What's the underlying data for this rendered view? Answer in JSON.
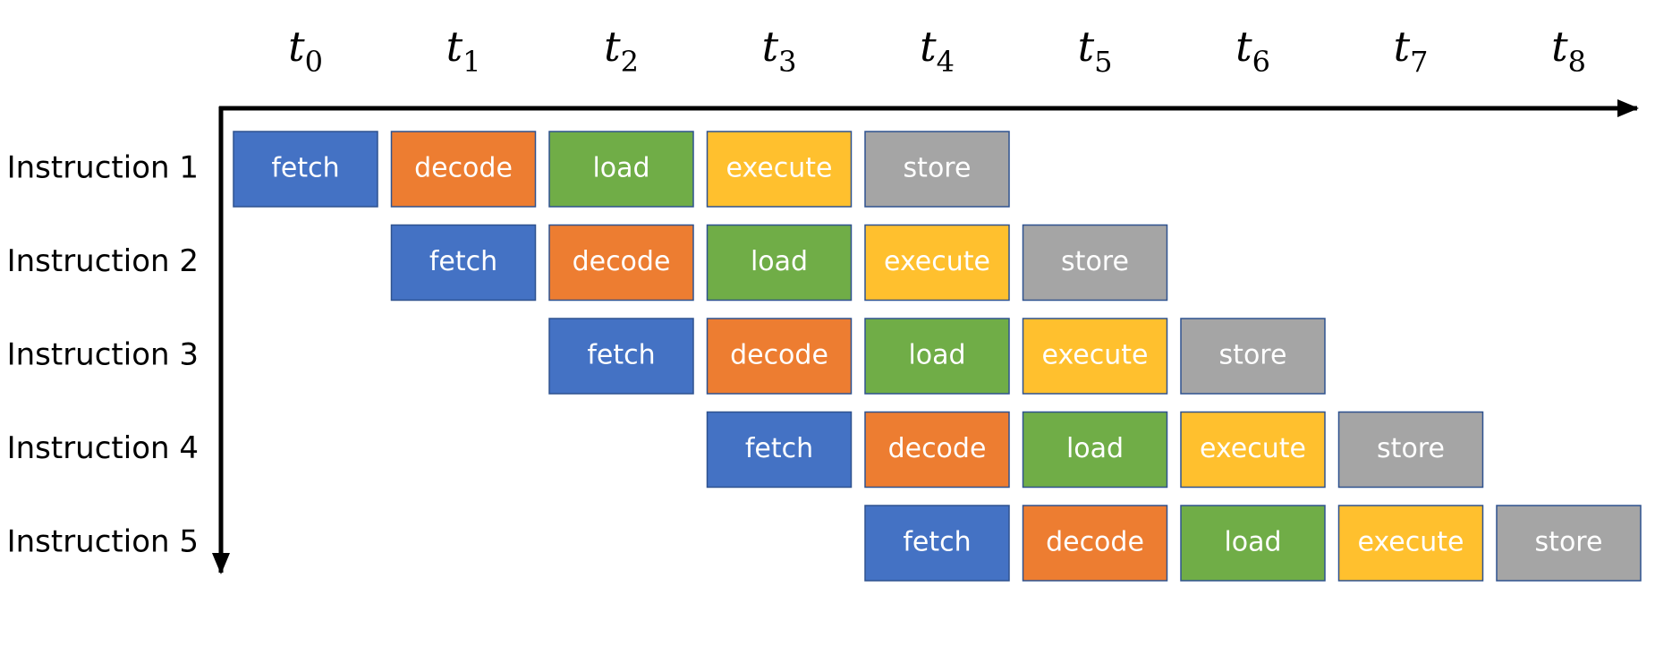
{
  "time_axis": {
    "symbol": "t",
    "steps": [
      "0",
      "1",
      "2",
      "3",
      "4",
      "5",
      "6",
      "7",
      "8"
    ]
  },
  "instructions": [
    {
      "label": "Instruction 1",
      "start_step": 0
    },
    {
      "label": "Instruction 2",
      "start_step": 1
    },
    {
      "label": "Instruction 3",
      "start_step": 2
    },
    {
      "label": "Instruction 4",
      "start_step": 3
    },
    {
      "label": "Instruction 5",
      "start_step": 4
    }
  ],
  "stages": [
    {
      "label": "fetch",
      "color": "#4472C4"
    },
    {
      "label": "decode",
      "color": "#ED7D31"
    },
    {
      "label": "load",
      "color": "#70AD47"
    },
    {
      "label": "execute",
      "color": "#FFC02E"
    },
    {
      "label": "store",
      "color": "#A5A5A5"
    }
  ],
  "colors": {
    "axis": "#000000",
    "box_border": "#2F528F"
  }
}
